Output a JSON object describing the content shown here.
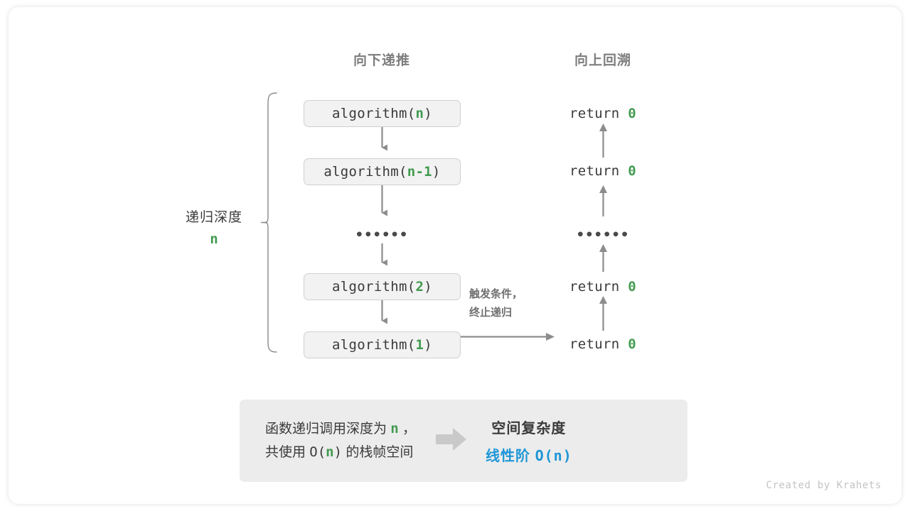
{
  "headers": {
    "down": "向下递推",
    "up": "向上回溯"
  },
  "depth": {
    "label": "递归深度",
    "value": "n"
  },
  "calls": [
    {
      "prefix": "algorithm(",
      "arg": "n",
      "suffix": ")"
    },
    {
      "prefix": "algorithm(",
      "arg": "n-1",
      "suffix": ")"
    },
    {
      "prefix": "algorithm(",
      "arg": "2",
      "suffix": ")"
    },
    {
      "prefix": "algorithm(",
      "arg": "1",
      "suffix": ")"
    }
  ],
  "ellipsis": "••••••",
  "returns": [
    {
      "keyword": "return",
      "value": "0"
    },
    {
      "keyword": "return",
      "value": "0"
    },
    {
      "keyword": "return",
      "value": "0"
    },
    {
      "keyword": "return",
      "value": "0"
    }
  ],
  "terminate_note": {
    "line1": "触发条件，",
    "line2": "终止递归"
  },
  "summary": {
    "line1_a": "函数递归调用深度为 ",
    "line1_n": "n",
    "line1_b": " ，",
    "line2_a": "共使用 ",
    "line2_o": "O(",
    "line2_n": "n",
    "line2_c": ")",
    "line2_b": " 的栈帧空间",
    "arrow_icon": "right-block-arrow",
    "title": "空间复杂度",
    "value_cn": "线性阶",
    "value_big_o": "O(n)"
  },
  "credit": "Created by Krahets",
  "colors": {
    "green": "#419a4f",
    "blue": "#1e96d6",
    "gray_text": "#3a3a3a",
    "header_gray": "#7d7d7d",
    "box_fill": "#f2f2f2",
    "panel_fill": "#ececec",
    "arrow_gray": "#8c8c8c"
  }
}
